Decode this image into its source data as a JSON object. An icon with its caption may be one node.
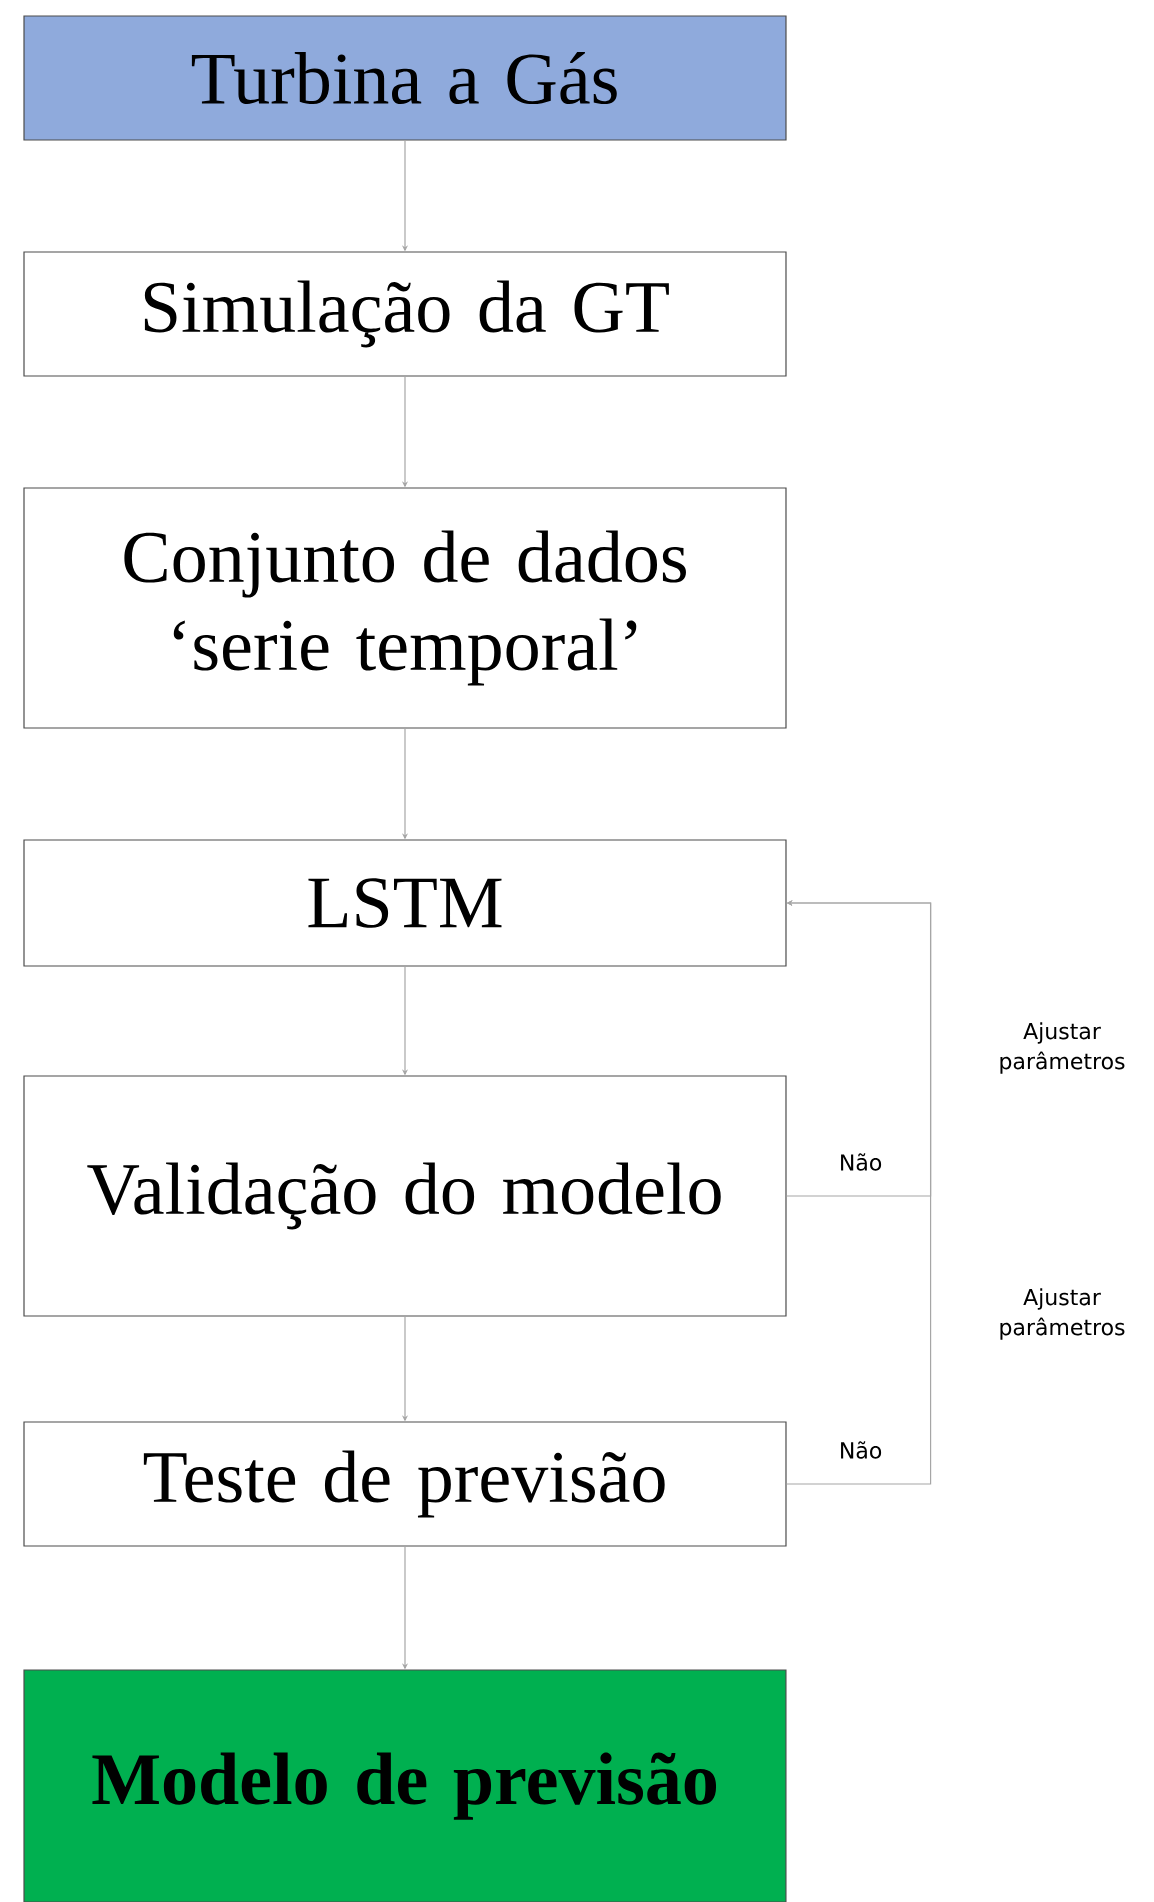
{
  "diagram": {
    "nodes": [
      {
        "text": [
          "Turbina a Gás"
        ]
      },
      {
        "text": [
          "Simulação da GT"
        ]
      },
      {
        "text": [
          "Conjunto de dados ‘serie temporal’"
        ]
      },
      {
        "text": [
          "LSTM"
        ]
      },
      {
        "text": [
          "Validação do modelo"
        ]
      },
      {
        "text": [
          "Teste de previsão"
        ]
      },
      {
        "text": [
          "Modelo de previsão"
        ]
      }
    ],
    "edges": [
      {
        "from": 0,
        "to": 1,
        "arrow": "to"
      },
      {
        "from": 1,
        "to": 2,
        "arrow": "to"
      },
      {
        "from": 2,
        "to": 3,
        "arrow": "to"
      },
      {
        "from": 3,
        "to": 4,
        "arrow": "to"
      },
      {
        "from": 4,
        "to": 5,
        "arrow": "to"
      },
      {
        "from": 5,
        "to": 6,
        "arrow": "to"
      },
      {
        "from": 4,
        "to": 3,
        "arrow": "to",
        "label": "Não"
      },
      {
        "from": 5,
        "to": 3,
        "arrow": "to",
        "label": "Não"
      }
    ],
    "labels": [
      "Ajustar parâmetros",
      "Ajustar parâmetros"
    ]
  }
}
